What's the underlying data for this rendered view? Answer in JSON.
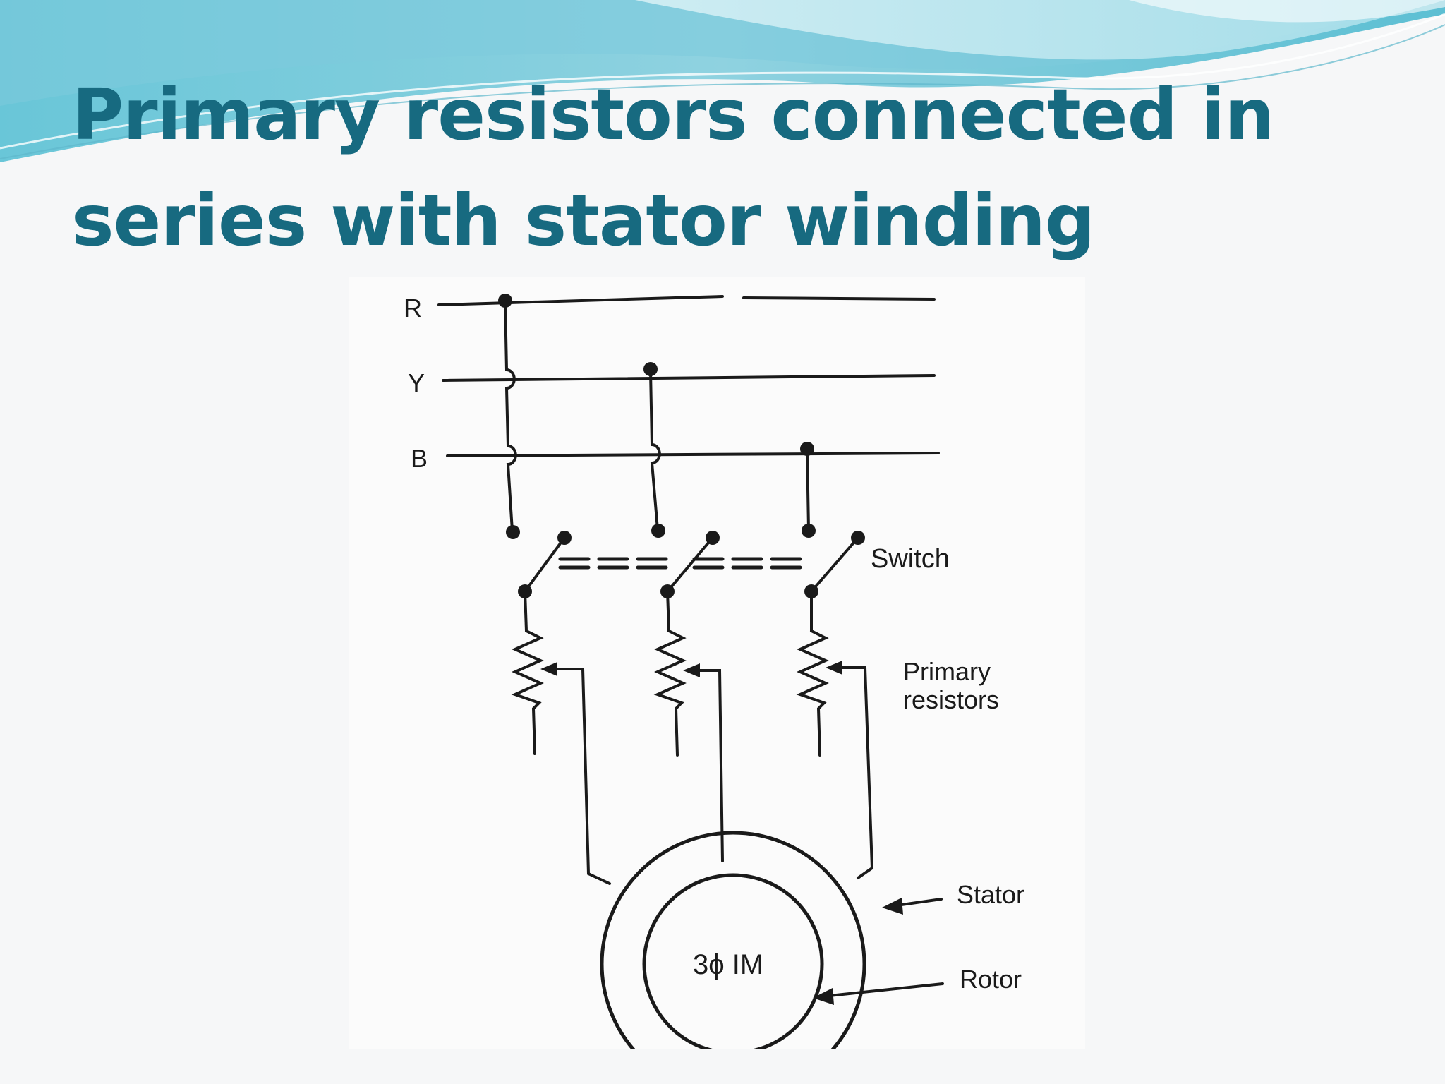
{
  "slide": {
    "title_line1": "Primary resistors connected in",
    "title_line2": "series with stator winding",
    "colors": {
      "title": "#176a80",
      "wave_dark": "#7fc3d6",
      "wave_light": "#bfe6ef",
      "ink": "#1a1a1a"
    }
  },
  "diagram": {
    "phases": [
      "R",
      "Y",
      "B"
    ],
    "switch_label": "Switch",
    "resistor_label_line1": "Primary",
    "resistor_label_line2": "resistors",
    "motor_label": "3ϕ IM",
    "stator_label": "Stator",
    "rotor_label": "Rotor"
  }
}
